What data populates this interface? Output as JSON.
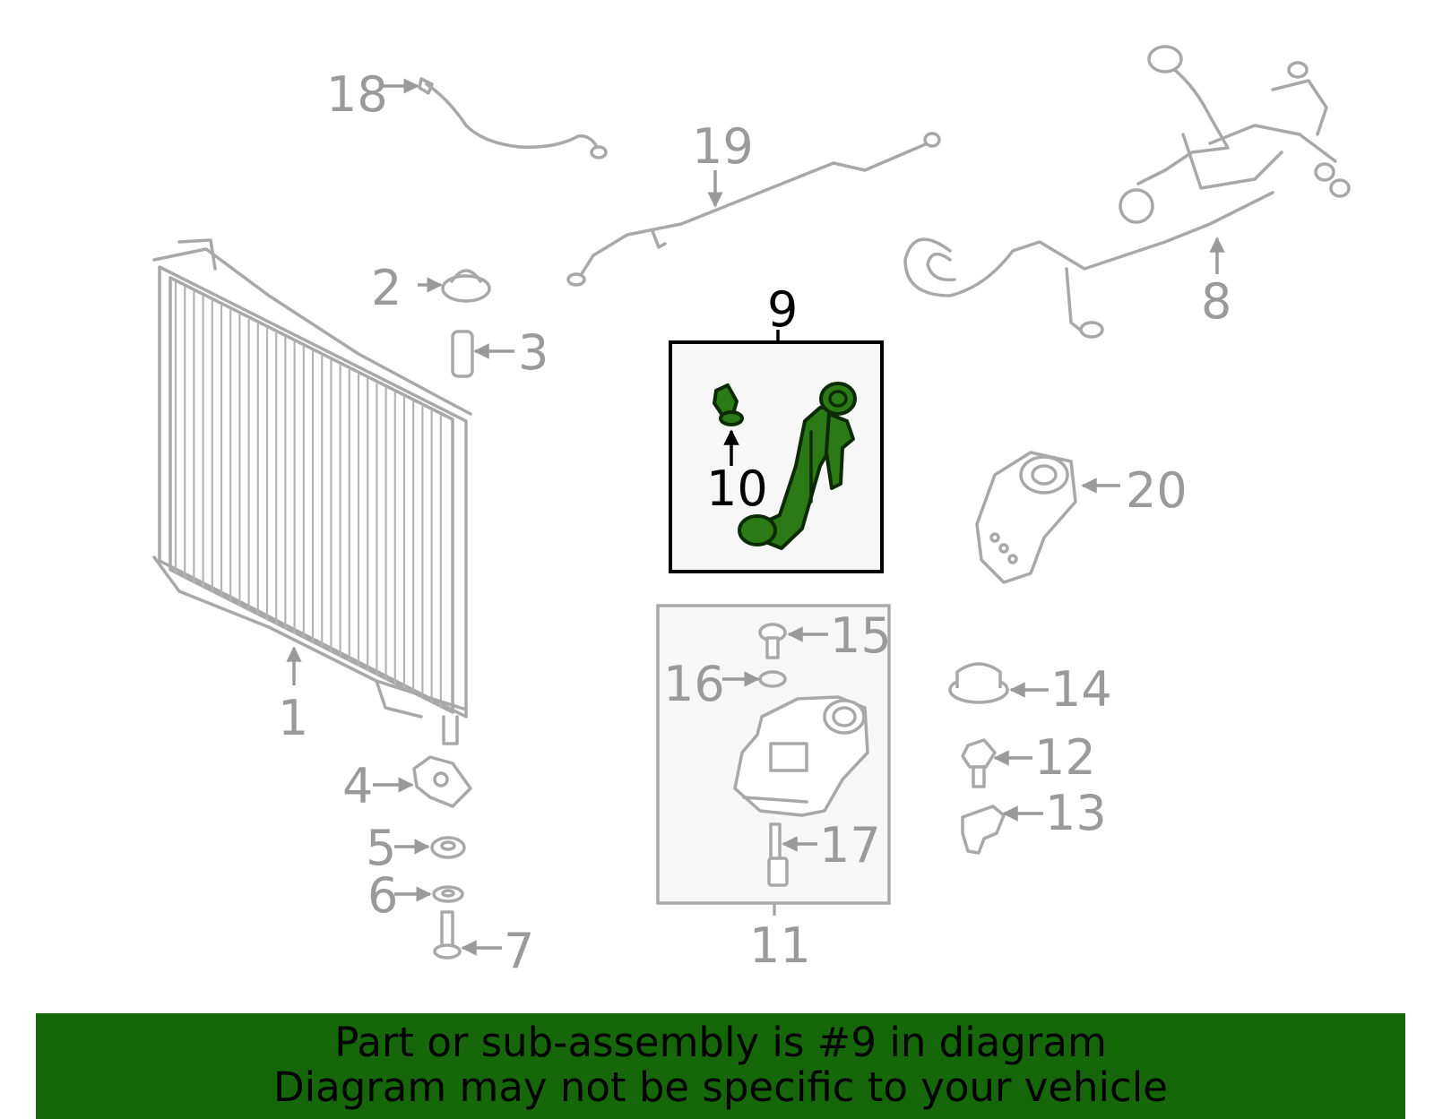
{
  "callouts": {
    "c1": "1",
    "c2": "2",
    "c3": "3",
    "c4": "4",
    "c5": "5",
    "c6": "6",
    "c7": "7",
    "c8": "8",
    "c9": "9",
    "c10": "10",
    "c11": "11",
    "c12": "12",
    "c13": "13",
    "c14": "14",
    "c15": "15",
    "c16": "16",
    "c17": "17",
    "c18": "18",
    "c19": "19",
    "c20": "20"
  },
  "highlighted_part": "9",
  "colors": {
    "highlight": "#2b7a16",
    "banner": "#16660a",
    "line": "#a8a8a8"
  },
  "banner": {
    "line1": "Part or sub-assembly is #9 in diagram",
    "line2": "Diagram may not be specific to your vehicle"
  }
}
